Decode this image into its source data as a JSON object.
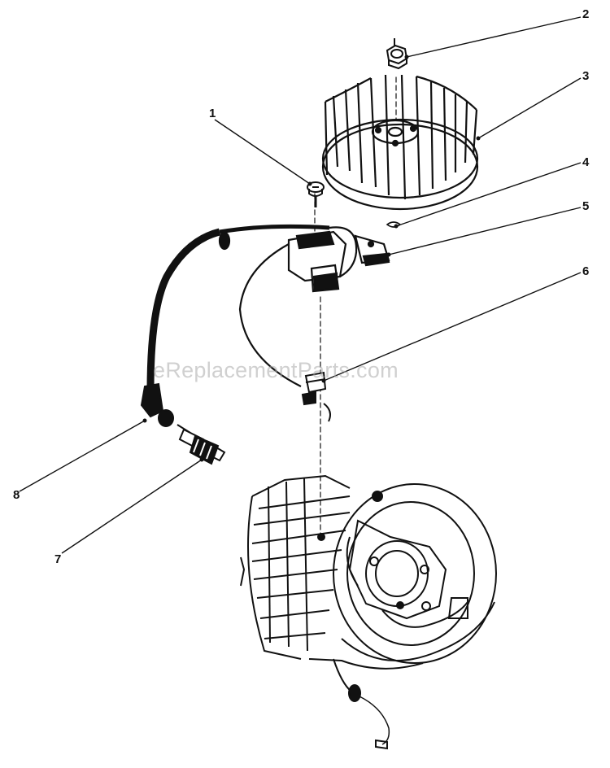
{
  "watermark": "eReplacementParts.com",
  "callouts": [
    {
      "number": "1",
      "part": "screw"
    },
    {
      "number": "2",
      "part": "flywheel-nut"
    },
    {
      "number": "3",
      "part": "flywheel"
    },
    {
      "number": "4",
      "part": "flywheel-key"
    },
    {
      "number": "5",
      "part": "ignition-module"
    },
    {
      "number": "6",
      "part": "wire-clip"
    },
    {
      "number": "7",
      "part": "spark-plug"
    },
    {
      "number": "8",
      "part": "spark-plug-boot"
    }
  ],
  "colors": {
    "ink": "#111111",
    "background": "#ffffff",
    "watermark": "#aaaaaa"
  }
}
